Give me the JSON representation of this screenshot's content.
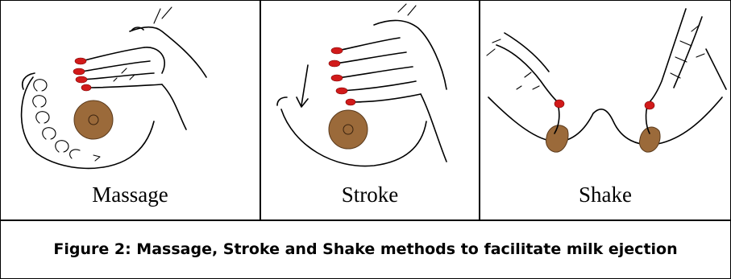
{
  "figure": {
    "panels": [
      {
        "label": "Massage",
        "illustration": "massage-illustration"
      },
      {
        "label": "Stroke",
        "illustration": "stroke-illustration"
      },
      {
        "label": "Shake",
        "illustration": "shake-illustration"
      }
    ],
    "caption": "Figure 2: Massage, Stroke and Shake methods to facilitate milk ejection"
  },
  "colors": {
    "nail": "#d11a1a",
    "areola": "#9b6a3a",
    "ink": "#000000"
  }
}
